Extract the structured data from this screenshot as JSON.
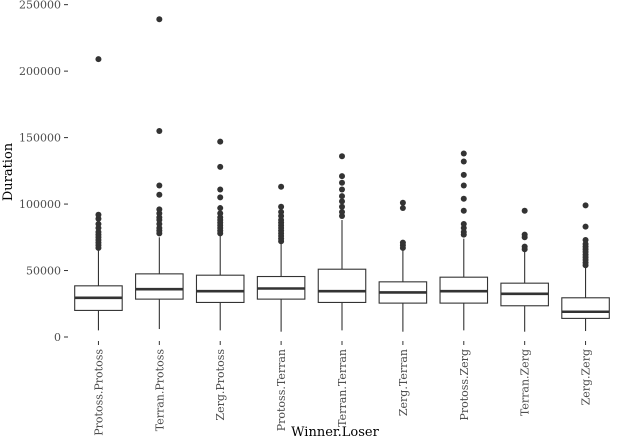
{
  "chart_data": {
    "type": "boxplot",
    "xlabel": "Winner.Loser",
    "ylabel": "Duration",
    "ylim": [
      -3000,
      252000
    ],
    "yticks": [
      0,
      50000,
      100000,
      150000,
      200000,
      250000
    ],
    "ytick_labels": [
      "0",
      "50000",
      "100000",
      "150000",
      "200000",
      "250000"
    ],
    "grid": false,
    "colors": {
      "box_stroke": "#333333",
      "box_fill": "#ffffff",
      "outlier": "#333333",
      "text": "#4d4d4d"
    },
    "categories": [
      "Protoss.Protoss",
      "Terran.Protoss",
      "Zerg.Protoss",
      "Protoss.Terran",
      "Terran.Terran",
      "Zerg.Terran",
      "Protoss.Zerg",
      "Terran.Zerg",
      "Zerg.Zerg"
    ],
    "boxes": [
      {
        "lower": 5000,
        "q1": 20000,
        "median": 29500,
        "q3": 38500,
        "upper": 65000,
        "outliers": [
          67000,
          69000,
          71000,
          73000,
          75000,
          77000,
          79000,
          82000,
          85000,
          89000,
          92000,
          209000
        ]
      },
      {
        "lower": 6000,
        "q1": 28500,
        "median": 36000,
        "q3": 47500,
        "upper": 75000,
        "outliers": [
          78000,
          80000,
          82000,
          85000,
          88000,
          90000,
          93000,
          96000,
          107000,
          114000,
          155000,
          239000
        ]
      },
      {
        "lower": 5000,
        "q1": 26000,
        "median": 34500,
        "q3": 46500,
        "upper": 76000,
        "outliers": [
          78000,
          80000,
          82000,
          84000,
          86000,
          88000,
          90000,
          93000,
          97000,
          105000,
          111000,
          128000,
          147000
        ]
      },
      {
        "lower": 4000,
        "q1": 28500,
        "median": 36500,
        "q3": 45500,
        "upper": 70000,
        "outliers": [
          72000,
          74000,
          76000,
          78000,
          80000,
          82000,
          84000,
          86000,
          88000,
          91000,
          94000,
          98000,
          113000
        ]
      },
      {
        "lower": 5000,
        "q1": 26000,
        "median": 34500,
        "q3": 51000,
        "upper": 88000,
        "outliers": [
          91000,
          94000,
          98000,
          102000,
          106000,
          111000,
          116000,
          121000,
          136000
        ]
      },
      {
        "lower": 4000,
        "q1": 25500,
        "median": 33500,
        "q3": 41500,
        "upper": 65000,
        "outliers": [
          67000,
          69000,
          71000,
          97000,
          101000
        ]
      },
      {
        "lower": 5000,
        "q1": 25500,
        "median": 34500,
        "q3": 45000,
        "upper": 74000,
        "outliers": [
          77000,
          79000,
          82000,
          85000,
          95000,
          104000,
          114000,
          122000,
          132000,
          138000
        ]
      },
      {
        "lower": 4000,
        "q1": 23500,
        "median": 32500,
        "q3": 40500,
        "upper": 64000,
        "outliers": [
          66000,
          68000,
          75000,
          77000,
          95000
        ]
      },
      {
        "lower": 4500,
        "q1": 14000,
        "median": 19000,
        "q3": 29500,
        "upper": 52000,
        "outliers": [
          54000,
          56000,
          58000,
          60000,
          62000,
          64000,
          66000,
          68000,
          70000,
          73000,
          83000,
          99000
        ]
      }
    ]
  }
}
